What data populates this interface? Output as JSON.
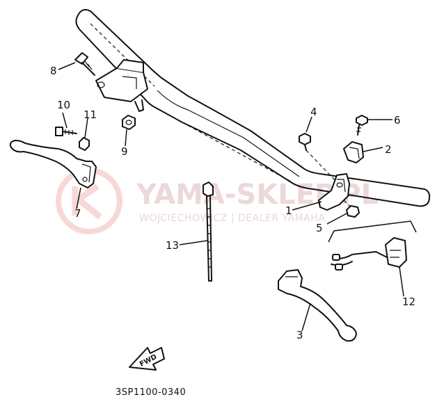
{
  "watermark": {
    "title": "YAMA-SKLEP.PL",
    "subtitle": "WOJCIECHOWICZ | DEALER YAMAHA"
  },
  "callouts": {
    "c1": "1",
    "c2": "2",
    "c3": "3",
    "c4": "4",
    "c5": "5",
    "c6": "6",
    "c7": "7",
    "c8": "8",
    "c9": "9",
    "c10": "10",
    "c11": "11",
    "c12": "12",
    "c13": "13"
  },
  "direction_arrow": {
    "label": "FWD"
  },
  "diagram_code": "3SP1100-0340"
}
